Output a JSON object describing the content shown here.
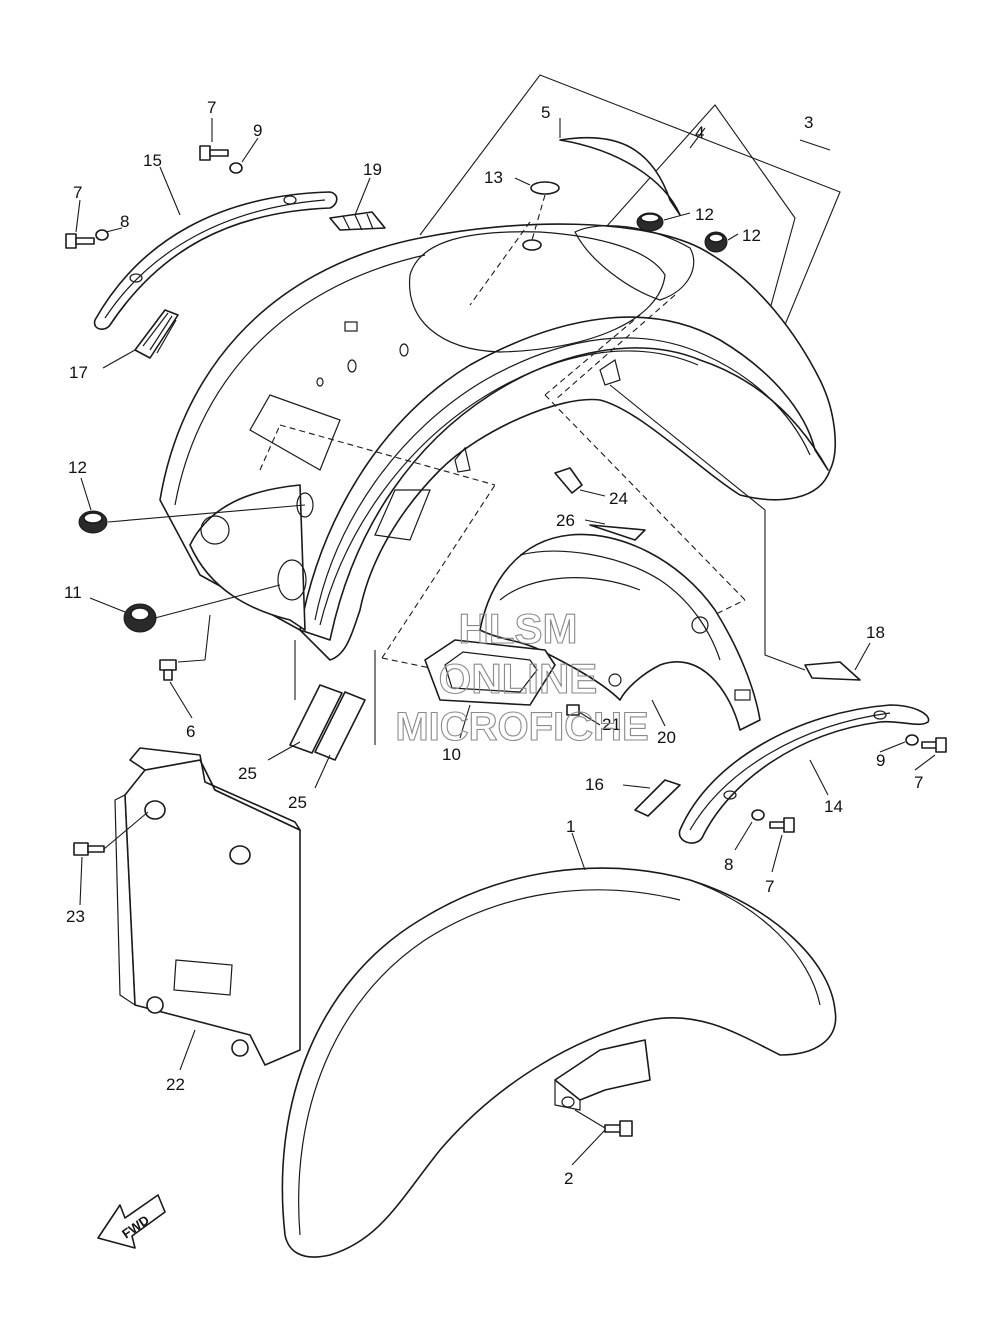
{
  "callouts": [
    "1",
    "2",
    "3",
    "4",
    "5",
    "6",
    "7",
    "7",
    "7",
    "7",
    "8",
    "8",
    "9",
    "9",
    "10",
    "11",
    "12",
    "12",
    "12",
    "13",
    "14",
    "15",
    "16",
    "17",
    "18",
    "19",
    "20",
    "21",
    "22",
    "23",
    "24",
    "25",
    "25",
    "26"
  ],
  "watermark": {
    "line1": "HLSM",
    "line2": "ONLINE",
    "line3": "MICROFICHE"
  },
  "direction_marker": "FWD"
}
